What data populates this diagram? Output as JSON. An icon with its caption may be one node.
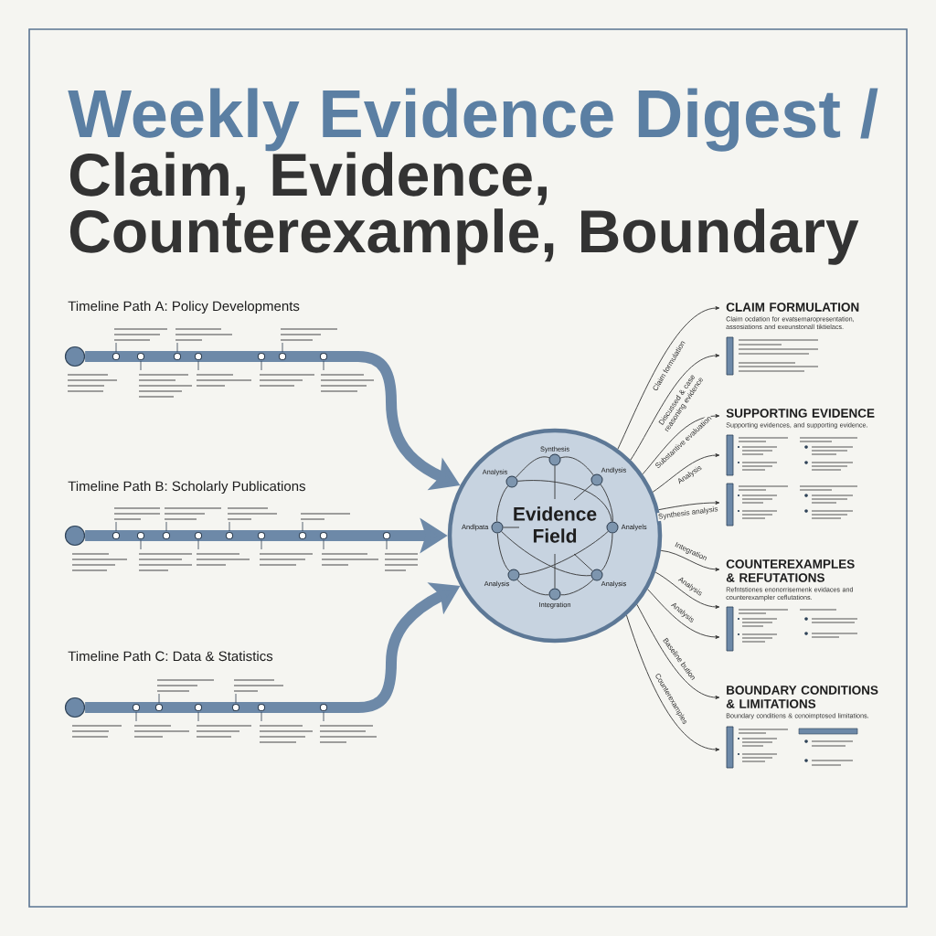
{
  "diagram": {
    "title": "Weekly Evidence Digest /",
    "nodes": [
      {
        "text": [],
        "shape": "circle",
        "beside": [
          "Timeline Path A: Policy Developments"
        ]
      },
      {
        "text": [],
        "shape": "circle",
        "beside": [
          "Timeline Path B: Scholarly Publications"
        ]
      },
      {
        "text": [],
        "shape": "circle",
        "beside": [
          "Timeline Path C: Data & Statistics"
        ]
      },
      {
        "text": [
          "Evidence Field"
        ]
      },
      {
        "text": [
          "Synthesis"
        ],
        "in": 3
      },
      {
        "text": [
          "Analysis"
        ],
        "in": 3
      },
      {
        "text": [
          "Andlysis"
        ],
        "in": 3
      },
      {
        "text": [
          "Andlpata"
        ],
        "in": 3
      },
      {
        "text": [
          "Analyels"
        ],
        "in": 3
      },
      {
        "text": [
          "Analysis"
        ],
        "in": 3
      },
      {
        "text": [
          "Analysis"
        ],
        "in": 3
      },
      {
        "text": [
          "Integration"
        ],
        "in": 3
      },
      {
        "text": [
          "CLAIM FORMULATION",
          "Claim ocdation for evatsemaropresentation, assosiations and exeunstonall tiktielacs."
        ]
      },
      {
        "text": [
          "SUPPORTING EVIDENCE",
          "Supporting evidences, and supporting evidence."
        ]
      },
      {
        "text": [
          "COUNTEREXAMPLES & REFUTATIONS",
          "Refntstiones enonorrisemenk evidaces and counterexampler ceflutations."
        ]
      },
      {
        "text": [
          "BOUNDARY CONDITIONS & LIMITATIONS",
          "Boundary conditiens & cenoimptosed limitations."
        ]
      }
    ],
    "edges": [
      {
        "from": 0,
        "to": 3,
        "arrow": "to",
        "style": "thick",
        "color": "#6d89a8"
      },
      {
        "from": 1,
        "to": 3,
        "arrow": "to",
        "style": "thick",
        "color": "#6d89a8"
      },
      {
        "from": 2,
        "to": 3,
        "arrow": "to",
        "style": "thick",
        "color": "#6d89a8"
      },
      {
        "from": 4,
        "to": 5,
        "arrow": "none"
      },
      {
        "from": 4,
        "to": 6,
        "arrow": "none"
      },
      {
        "from": 5,
        "to": 8,
        "arrow": "none"
      },
      {
        "from": 5,
        "to": 7,
        "arrow": "none"
      },
      {
        "from": 7,
        "to": 9,
        "arrow": "none"
      },
      {
        "from": 6,
        "to": 8,
        "arrow": "none"
      },
      {
        "from": 8,
        "to": 10,
        "arrow": "none"
      },
      {
        "from": 7,
        "to": 10,
        "arrow": "none"
      },
      {
        "from": 9,
        "to": 8,
        "arrow": "none"
      },
      {
        "from": 11,
        "to": 9,
        "arrow": "none"
      },
      {
        "from": 11,
        "to": 10,
        "arrow": "none"
      },
      {
        "from": 4,
        "to": null,
        "arrow": "none"
      },
      {
        "from": 11,
        "to": null,
        "arrow": "none"
      },
      {
        "from": 7,
        "to": null,
        "arrow": "none"
      },
      {
        "from": 6,
        "to": null,
        "arrow": "none"
      },
      {
        "from": 10,
        "to": null,
        "arrow": "none"
      },
      {
        "from": 3,
        "to": 12,
        "arrow": "to",
        "label": "Claim formulation"
      },
      {
        "from": 3,
        "to": 12,
        "arrow": "to",
        "label": "Discussed & case reasoning evidence"
      },
      {
        "from": 3,
        "to": 13,
        "arrow": "to",
        "label": "Substantive evaluation"
      },
      {
        "from": 3,
        "to": 13,
        "arrow": "to",
        "label": "Analysis"
      },
      {
        "from": 3,
        "to": 13,
        "arrow": "to",
        "label": "Synthesis analysis"
      },
      {
        "from": 3,
        "to": 14,
        "arrow": "to",
        "label": "Integration"
      },
      {
        "from": 3,
        "to": 14,
        "arrow": "to",
        "label": "Analysis"
      },
      {
        "from": 3,
        "to": 14,
        "arrow": "to",
        "label": "Analysis"
      },
      {
        "from": 3,
        "to": 15,
        "arrow": "to",
        "label": "Baseline bution"
      },
      {
        "from": 3,
        "to": 15,
        "arrow": "to",
        "label": "Counterexamples"
      }
    ],
    "labels": [
      "Claim, Evidence, Counterexample, Boundary"
    ]
  }
}
